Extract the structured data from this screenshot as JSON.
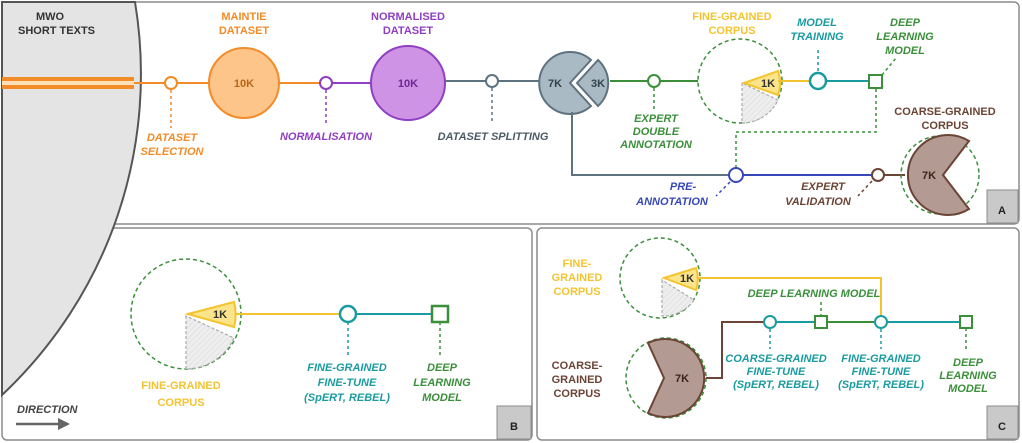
{
  "colors": {
    "orange": "#f28c28",
    "orange_fill": "#fdc58a",
    "purple": "#8e3fc2",
    "purple_fill": "#cf93e6",
    "slate": "#5e7280",
    "slate_fill": "#a9bac4",
    "green": "#3b8f3b",
    "teal": "#1a9ba0",
    "yellow": "#f4c430",
    "yellow_fill": "#fbe48a",
    "blue": "#3848b8",
    "brown": "#6b4436",
    "brown_fill": "#b39a92",
    "grey": "#555555"
  },
  "global": {
    "source_title_1": "MWO",
    "source_title_2": "SHORT TEXTS",
    "direction_label": "DIRECTION"
  },
  "panel_a": {
    "badge": "A",
    "maintie_title_1": "MAINTIE",
    "maintie_title_2": "DATASET",
    "maintie_count": "10K",
    "normalised_title_1": "NORMALISED",
    "normalised_title_2": "DATASET",
    "normalised_count": "10K",
    "split_large": "7K",
    "split_small": "3K",
    "fine_title_1": "FINE-GRAINED",
    "fine_title_2": "CORPUS",
    "fine_count": "1K",
    "model_training_1": "MODEL",
    "model_training_2": "TRAINING",
    "dl_model_1": "DEEP",
    "dl_model_2": "LEARNING",
    "dl_model_3": "MODEL",
    "dataset_selection_1": "DATASET",
    "dataset_selection_2": "SELECTION",
    "normalisation": "NORMALISATION",
    "dataset_splitting": "DATASET SPLITTING",
    "expert_double_1": "EXPERT",
    "expert_double_2": "DOUBLE",
    "expert_double_3": "ANNOTATION",
    "coarse_title_1": "COARSE-GRAINED",
    "coarse_title_2": "CORPUS",
    "coarse_count": "7K",
    "pre_annotation_1": "PRE-",
    "pre_annotation_2": "ANNOTATION",
    "expert_validation_1": "EXPERT",
    "expert_validation_2": "VALIDATION"
  },
  "panel_b": {
    "badge": "B",
    "fine_count": "1K",
    "fine_title_1": "FINE-GRAINED",
    "fine_title_2": "CORPUS",
    "finetune_1": "FINE-GRAINED",
    "finetune_2": "FINE-TUNE",
    "finetune_3": "(SpERT, REBEL)",
    "dl_model_1": "DEEP",
    "dl_model_2": "LEARNING",
    "dl_model_3": "MODEL"
  },
  "panel_c": {
    "badge": "C",
    "fine_title_1": "FINE-",
    "fine_title_2": "GRAINED",
    "fine_title_3": "CORPUS",
    "fine_count": "1K",
    "coarse_title_1": "COARSE-",
    "coarse_title_2": "GRAINED",
    "coarse_title_3": "CORPUS",
    "coarse_count": "7K",
    "dl_model_top": "DEEP LEARNING MODEL",
    "coarse_finetune_1": "COARSE-GRAINED",
    "coarse_finetune_2": "FINE-TUNE",
    "coarse_finetune_3": "(SpERT, REBEL)",
    "fine_finetune_1": "FINE-GRAINED",
    "fine_finetune_2": "FINE-TUNE",
    "fine_finetune_3": "(SpERT, REBEL)",
    "dl_model_1": "DEEP",
    "dl_model_2": "LEARNING",
    "dl_model_3": "MODEL"
  }
}
